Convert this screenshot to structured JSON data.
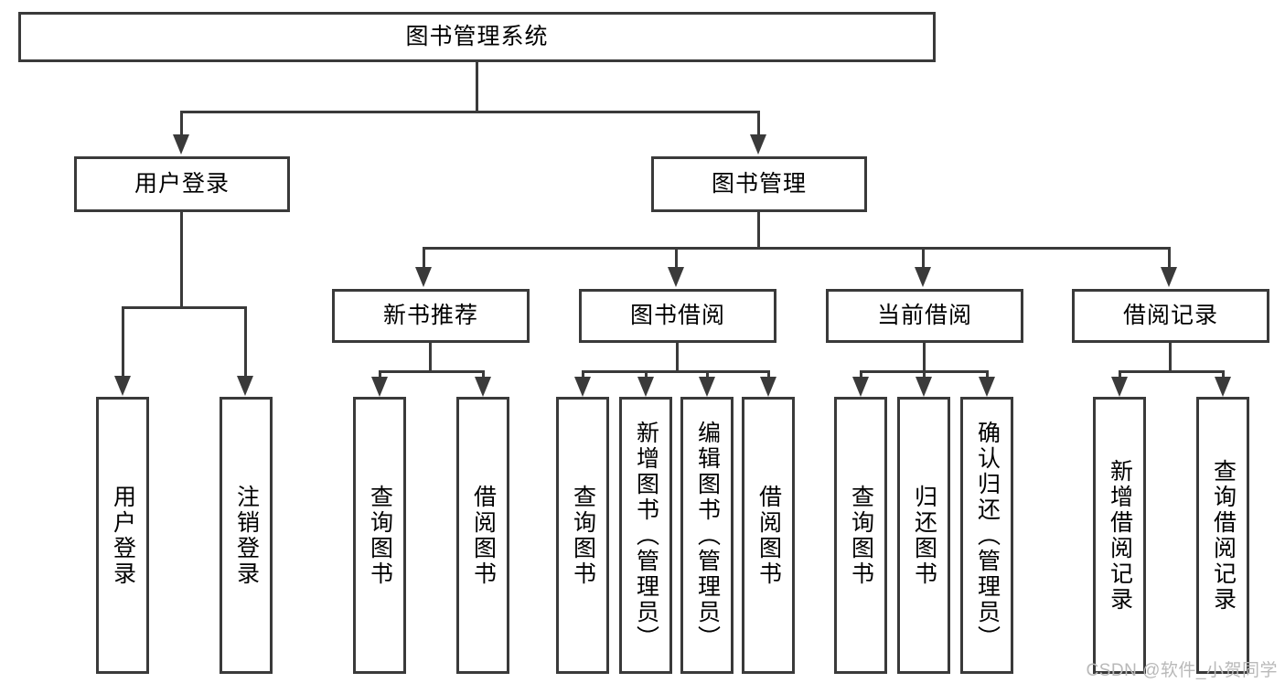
{
  "diagram": {
    "type": "tree-hierarchy-flowchart",
    "title": "图书管理系统",
    "root": {
      "id": "root",
      "label": "图书管理系统",
      "orientation": "horizontal"
    },
    "level2": [
      {
        "id": "user-login",
        "label": "用户登录",
        "orientation": "horizontal"
      },
      {
        "id": "book-manage",
        "label": "图书管理",
        "orientation": "horizontal"
      }
    ],
    "level3": [
      {
        "id": "new-book-rec",
        "label": "新书推荐",
        "orientation": "horizontal",
        "parent": "book-manage"
      },
      {
        "id": "book-borrow",
        "label": "图书借阅",
        "orientation": "horizontal",
        "parent": "book-manage"
      },
      {
        "id": "current-borrow",
        "label": "当前借阅",
        "orientation": "horizontal",
        "parent": "book-manage"
      },
      {
        "id": "borrow-record",
        "label": "借阅记录",
        "orientation": "horizontal",
        "parent": "book-manage"
      }
    ],
    "leaves": {
      "user_login": [
        {
          "id": "leaf-user-login",
          "label": "用户登录",
          "orientation": "vertical"
        },
        {
          "id": "leaf-logout-login",
          "label": "注销登录",
          "orientation": "vertical"
        }
      ],
      "new_book_rec": [
        {
          "id": "leaf-query-book-1",
          "label": "查询图书",
          "orientation": "vertical"
        },
        {
          "id": "leaf-borrow-book-1",
          "label": "借阅图书",
          "orientation": "vertical"
        }
      ],
      "book_borrow": [
        {
          "id": "leaf-query-book-2",
          "label": "查询图书",
          "orientation": "vertical"
        },
        {
          "id": "leaf-add-book",
          "label": "新增图书（管理员）",
          "orientation": "vertical"
        },
        {
          "id": "leaf-edit-book",
          "label": "编辑图书（管理员）",
          "orientation": "vertical"
        },
        {
          "id": "leaf-borrow-book-2",
          "label": "借阅图书",
          "orientation": "vertical"
        }
      ],
      "current_borrow": [
        {
          "id": "leaf-query-book-3",
          "label": "查询图书",
          "orientation": "vertical"
        },
        {
          "id": "leaf-return-book",
          "label": "归还图书",
          "orientation": "vertical"
        },
        {
          "id": "leaf-confirm-return",
          "label": "确认归还（管理员）",
          "orientation": "vertical"
        }
      ],
      "borrow_record": [
        {
          "id": "leaf-add-record",
          "label": "新增借阅记录",
          "orientation": "vertical"
        },
        {
          "id": "leaf-query-record",
          "label": "查询借阅记录",
          "orientation": "vertical"
        }
      ]
    },
    "colors": {
      "stroke": "#3a3a3a",
      "fill": "#ffffff",
      "text": "#000000",
      "watermark": "#b9b9b9"
    }
  },
  "watermark": {
    "text": "CSDN @软件_小贺同学"
  }
}
